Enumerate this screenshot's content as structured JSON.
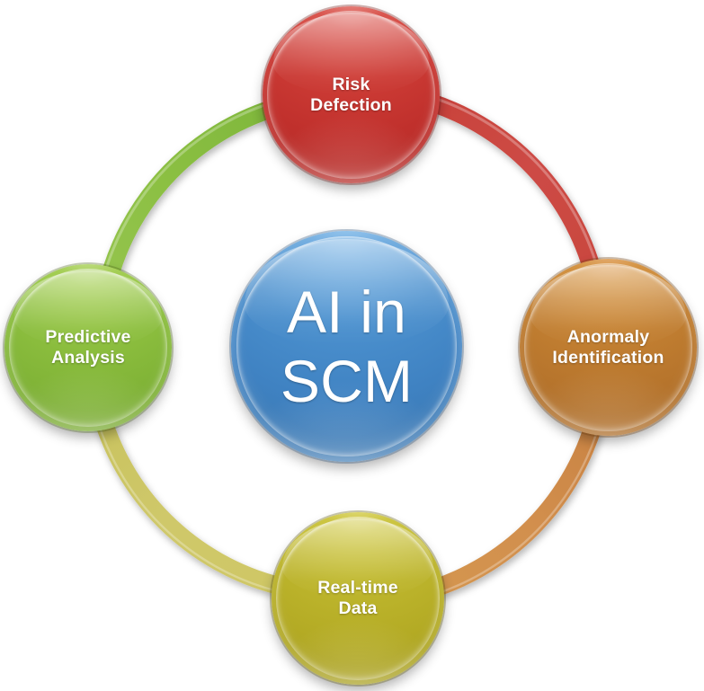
{
  "diagram": {
    "title": "AI in SCM",
    "type": "cycle-diagram",
    "center": {
      "label": "AI in SCM",
      "color": "#4a8fcd",
      "icon": "center-sphere"
    },
    "nodes": [
      {
        "id": "top",
        "position": "top",
        "label": "Risk Defection",
        "line1": "Risk",
        "line2": "Defection",
        "color": "#cc3b35"
      },
      {
        "id": "right",
        "position": "right",
        "label": "Anormaly Identification",
        "line1": "Anormaly",
        "line2": "Identification",
        "color": "#c27f31"
      },
      {
        "id": "bottom",
        "position": "bottom",
        "label": "Real-time Data",
        "line1": "Real-time",
        "line2": "Data",
        "color": "#bdb52c"
      },
      {
        "id": "left",
        "position": "left",
        "label": "Predictive Analysis",
        "line1": "Predictive",
        "line2": "Analysis",
        "color": "#8dbf3f"
      }
    ],
    "ring": {
      "arcs": [
        {
          "id": "arc-top-left",
          "from": "left",
          "to": "top",
          "color": "#8dbf3f"
        },
        {
          "id": "arc-top-right",
          "from": "top",
          "to": "right",
          "color": "#cc4a44"
        },
        {
          "id": "arc-bottom-right",
          "from": "right",
          "to": "bottom",
          "color": "#d08b4a"
        },
        {
          "id": "arc-bottom-left",
          "from": "bottom",
          "to": "left",
          "color": "#cfc765"
        }
      ]
    },
    "background_color": "#ffffff"
  }
}
